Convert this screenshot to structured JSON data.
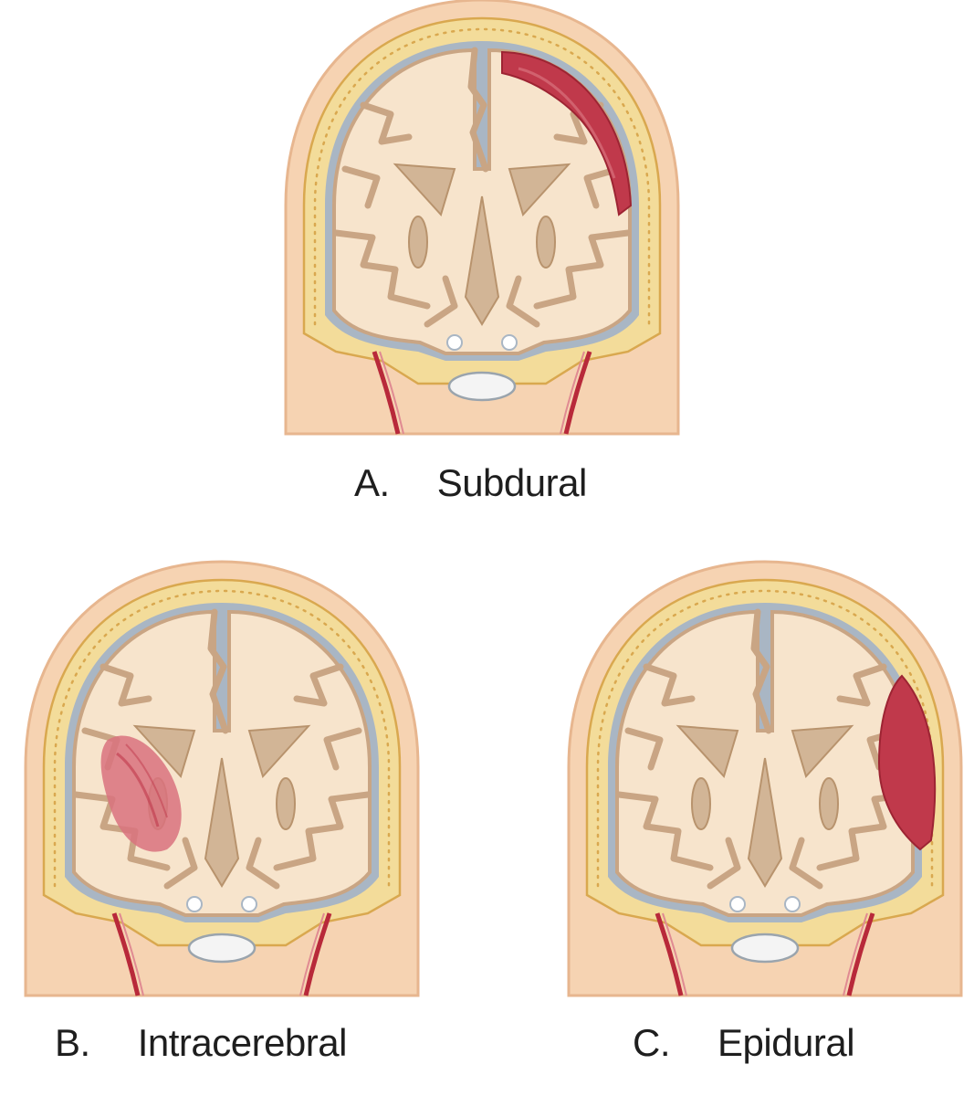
{
  "figure": {
    "panels": [
      {
        "id": "A",
        "letter": "A.",
        "label": "Subdural",
        "hemorrhage_side": "right",
        "hemorrhage_type": "subdural"
      },
      {
        "id": "B",
        "letter": "B.",
        "label": "Intracerebral",
        "hemorrhage_side": "left",
        "hemorrhage_type": "intracerebral"
      },
      {
        "id": "C",
        "letter": "C.",
        "label": "Epidural",
        "hemorrhage_side": "right",
        "hemorrhage_type": "epidural"
      }
    ]
  },
  "colors": {
    "skin": "#f6d3b2",
    "skin_edge": "#e7b68f",
    "bone": "#f3dc9a",
    "bone_dots": "#d9a84f",
    "dura": "#a9b6c4",
    "brain": "#f7e4cc",
    "brain_fold": "#c9a584",
    "ventricle": "#d2b596",
    "blood": "#c0394b",
    "blood_light": "#d9727e",
    "artery": "#b8293a"
  }
}
